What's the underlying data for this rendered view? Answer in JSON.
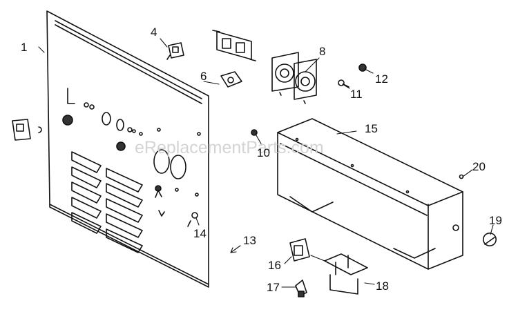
{
  "watermark": "eReplacementParts.com",
  "callouts": [
    "1",
    "4",
    "6",
    "8",
    "11",
    "12",
    "15",
    "10",
    "20",
    "19",
    "14",
    "13",
    "16",
    "18",
    "17"
  ],
  "colors": {
    "ink": "#111111",
    "watermark": "#d4d4d4",
    "background": "#ffffff"
  }
}
